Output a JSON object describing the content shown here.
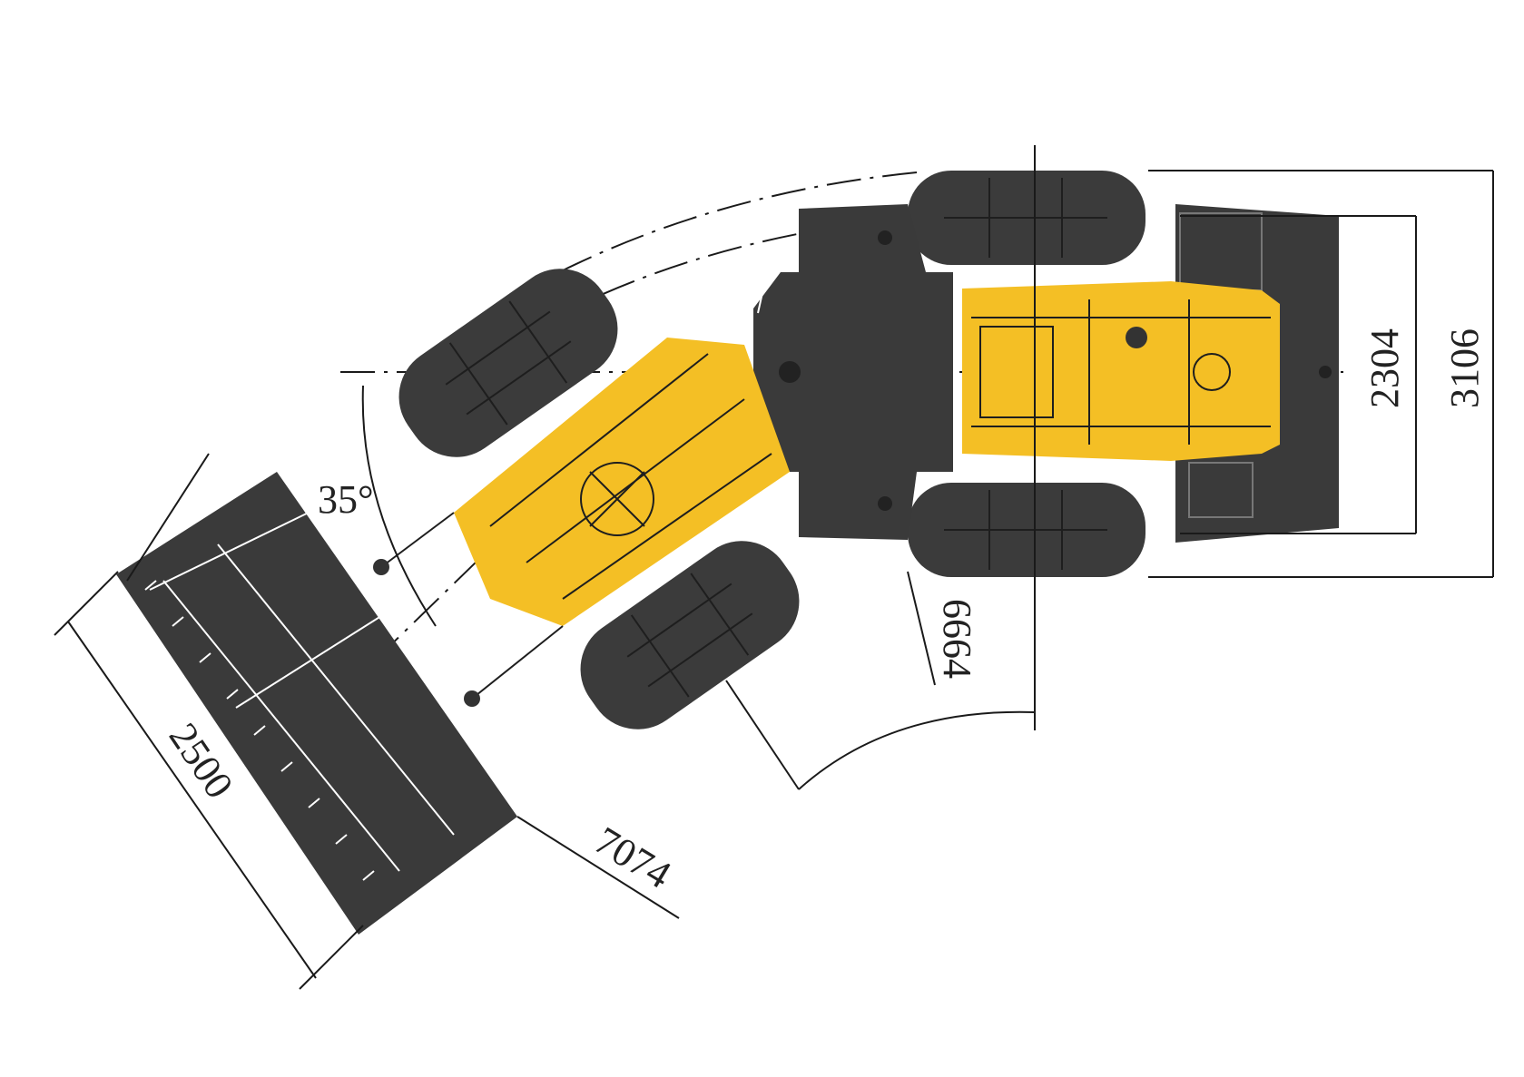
{
  "diagram": {
    "dimensions": {
      "bucket_width": "2500",
      "outer_turning_radius": "7074",
      "inner_turning_radius": "6664",
      "track_width": "2304",
      "overall_width": "3106",
      "articulation_angle": "35°"
    },
    "colors": {
      "frame": "#f4bf25",
      "tires_bucket": "#3a3a3a",
      "lines": "#1a1a1a"
    }
  }
}
